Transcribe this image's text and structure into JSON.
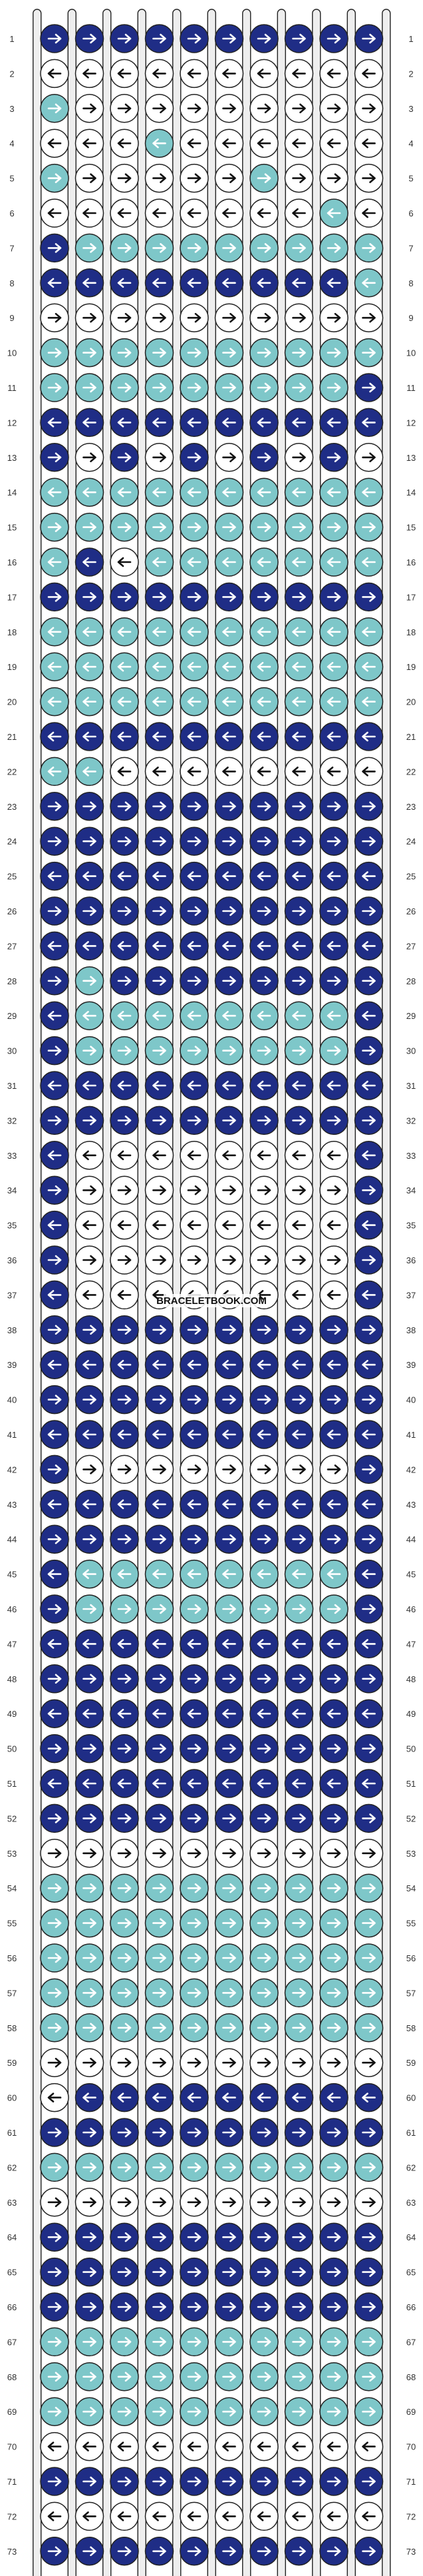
{
  "watermark": "BRACELETBOOK.COM",
  "colors": {
    "A": "#1f2d86",
    "B": "#7ec7c9",
    "C": "#ffffff",
    "outline": "#222222",
    "arrow_on_dark": "#ffffff",
    "arrow_on_light": "#111111",
    "thread_stub": "#eeeeee"
  },
  "pattern": {
    "columns": 10,
    "rows": 73,
    "row_numbers": [
      "1",
      "2",
      "3",
      "4",
      "5",
      "6",
      "7",
      "8",
      "9",
      "10",
      "11",
      "12",
      "13",
      "14",
      "15",
      "16",
      "17",
      "18",
      "19",
      "20",
      "21",
      "22",
      "23",
      "24",
      "25",
      "26",
      "27",
      "28",
      "29",
      "30",
      "31",
      "32",
      "33",
      "34",
      "35",
      "36",
      "37",
      "38",
      "39",
      "40",
      "41",
      "42",
      "43",
      "44",
      "45",
      "46",
      "47",
      "48",
      "49",
      "50",
      "51",
      "52",
      "53",
      "54",
      "55",
      "56",
      "57",
      "58",
      "59",
      "60",
      "61",
      "62",
      "63",
      "64",
      "65",
      "66",
      "67",
      "68",
      "69",
      "70",
      "71",
      "72",
      "73"
    ],
    "knot_rows": [
      "AAAAAAAAAA",
      "CCCCCCCCCC",
      "BCCCCCCCCC",
      "CCCBCCCCCC",
      "BCCCCCBCCC",
      "CCCCCCCCBC",
      "ABBBBBBBBB",
      "AAAAAAAAAB",
      "CCCCCCCCCC",
      "BBBBBBBBBB",
      "BBBBBBBBBA",
      "AAAAAAAAAA",
      "ACACACACAC",
      "BBBBBBBBBB",
      "BBBBBBBBBB",
      "BACBBBBBBB",
      "AAAAAAAAAA",
      "BBBBBBBBBB",
      "BBBBBBBBBB",
      "BBBBBBBBBB",
      "AAAAAAAAAA",
      "BBCCCCCCCC",
      "AAAAAAAAAA",
      "AAAAAAAAAA",
      "AAAAAAAAAA",
      "AAAAAAAAAA",
      "AAAAAAAAAA",
      "ABAAAAAAAA",
      "ABBBBBBBBA",
      "ABBBBBBBBA",
      "AAAAAAAAAA",
      "AAAAAAAAAA",
      "ACCCCCCCCA",
      "ACCCCCCCCA",
      "ACCCCCCCCA",
      "ACCCCCCCCA",
      "ACCCCCCCCA",
      "AAAAAAAAAA",
      "AAAAAAAAAA",
      "AAAAAAAAAA",
      "AAAAAAAAAA",
      "ACCCCCCCCA",
      "AAAAAAAAAA",
      "AAAAAAAAAA",
      "ABBBBBBBBA",
      "ABBBBBBBBA",
      "AAAAAAAAAA",
      "AAAAAAAAAA",
      "AAAAAAAAAA",
      "AAAAAAAAAA",
      "AAAAAAAAAA",
      "AAAAAAAAAA",
      "CCCCCCCCCC",
      "BBBBBBBBBB",
      "BBBBBBBBBB",
      "BBBBBBBBBB",
      "BBBBBBBBBB",
      "BBBBBBBBBB",
      "CCCCCCCCCC",
      "CAAAAAAAAA",
      "AAAAAAAAAA",
      "BBBBBBBBBB",
      "CCCCCCCCCC",
      "AAAAAAAAAA",
      "AAAAAAAAAA",
      "AAAAAAAAAA",
      "BBBBBBBBBB",
      "BBBBBBBBBB",
      "BBBBBBBBBB",
      "CCCCCCCCCC",
      "AAAAAAAAAA",
      "CCCCCCCCCC",
      "AAAAAAAAAA"
    ],
    "arrow_rows": [
      "RRRRRRRRRR",
      "LLLLLLLLLL",
      "RRRRRRRRRR",
      "LLLLLLLLLL",
      "RRRRRRRRRR",
      "LLLLLLLLLL",
      "RRRRRRRRRR",
      "LLLLLLLLLL",
      "RRRRRRRRRR",
      "RRRRRRRRRR",
      "RRRRRRRRRR",
      "LLLLLLLLLL",
      "RRRRRRRRRR",
      "LLLLLLLLLL",
      "RRRRRRRRRR",
      "LLLLLLLLLL",
      "RRRRRRRRRR",
      "LLLLLLLLLL",
      "LLLLLLLLLL",
      "LLLLLLLLLL",
      "LLLLLLLLLL",
      "LLLLLLLLLL",
      "RRRRRRRRRR",
      "RRRRRRRRRR",
      "LLLLLLLLLL",
      "RRRRRRRRRR",
      "LLLLLLLLLL",
      "RRRRRRRRRR",
      "LLLLLLLLLL",
      "RRRRRRRRRR",
      "LLLLLLLLLL",
      "RRRRRRRRRR",
      "LLLLLLLLLL",
      "RRRRRRRRRR",
      "LLLLLLLLLL",
      "RRRRRRRRRR",
      "LLLLLLLLLL",
      "RRRRRRRRRR",
      "LLLLLLLLLL",
      "RRRRRRRRRR",
      "LLLLLLLLLL",
      "RRRRRRRRRR",
      "LLLLLLLLLL",
      "RRRRRRRRRR",
      "LLLLLLLLLL",
      "RRRRRRRRRR",
      "LLLLLLLLLL",
      "RRRRRRRRRR",
      "LLLLLLLLLL",
      "RRRRRRRRRR",
      "LLLLLLLLLL",
      "RRRRRRRRRR",
      "RRRRRRRRRR",
      "RRRRRRRRRR",
      "RRRRRRRRRR",
      "RRRRRRRRRR",
      "RRRRRRRRRR",
      "RRRRRRRRRR",
      "RRRRRRRRRR",
      "LLLLLLLLLL",
      "RRRRRRRRRR",
      "RRRRRRRRRR",
      "RRRRRRRRRR",
      "RRRRRRRRRR",
      "RRRRRRRRRR",
      "RRRRRRRRRR",
      "RRRRRRRRRR",
      "RRRRRRRRRR",
      "RRRRRRRRRR",
      "LLLLLLLLLL",
      "RRRRRRRRRR",
      "LLLLLLLLLL",
      "RRRRRRRRRR"
    ]
  }
}
